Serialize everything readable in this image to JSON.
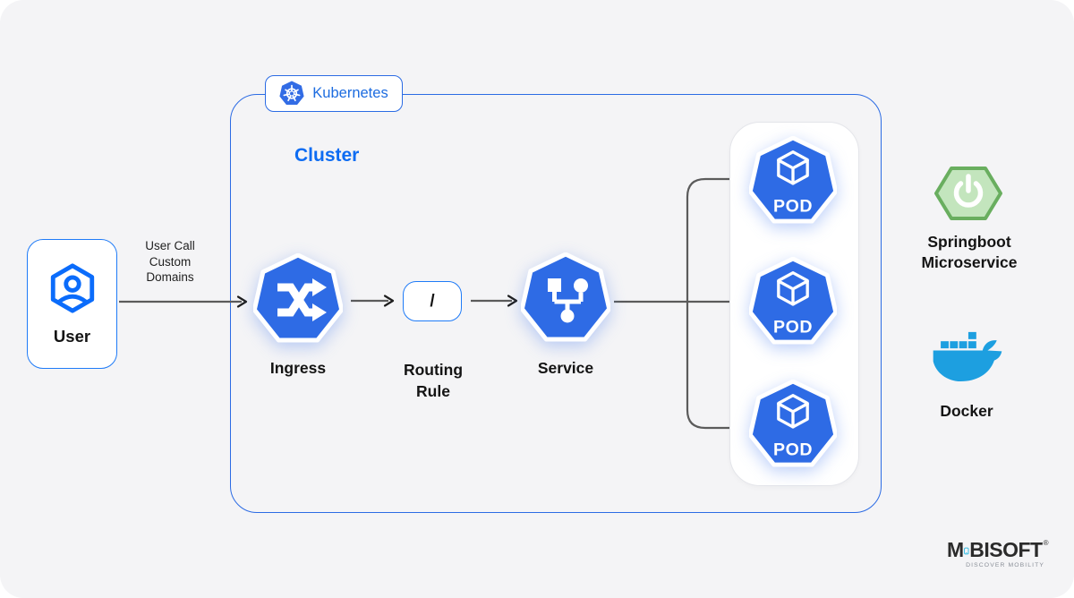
{
  "colors": {
    "background": "#f4f4f6",
    "cluster_border_blue": "#2b6be4",
    "accent_blue": "#0d6cf2",
    "node_blue": "#2e6be5",
    "connector_gray": "#5b5b5b",
    "springboot_green_fill": "#c3e5bd",
    "springboot_green_border": "#69ae5f",
    "docker_blue": "#1d9fe0",
    "logo_phone_cyan": "#35bde4"
  },
  "badge": {
    "label": "Kubernetes",
    "icon": "kubernetes-helm-icon"
  },
  "cluster_label": "Cluster",
  "user_box": {
    "label": "User",
    "icon": "user-hexagon-icon"
  },
  "user_call": {
    "lines": [
      "User Call",
      "Custom",
      "Domains"
    ]
  },
  "ingress": {
    "label": "Ingress",
    "icon": "shuffle-arrows-icon"
  },
  "routing": {
    "symbol": "/",
    "lines": [
      "Routing",
      "Rule"
    ]
  },
  "service": {
    "label": "Service",
    "icon": "service-network-icon"
  },
  "pods": [
    {
      "label": "POD"
    },
    {
      "label": "POD"
    },
    {
      "label": "POD"
    }
  ],
  "springboot": {
    "lines": [
      "Springboot",
      "Microservice"
    ],
    "icon": "spring-boot-icon"
  },
  "docker": {
    "label": "Docker",
    "icon": "docker-whale-icon"
  },
  "logo": {
    "prefix": "M",
    "suffix": "BISOFT",
    "reg": "®",
    "tagline": "DISCOVER MOBILITY",
    "icon": "phone-icon"
  }
}
